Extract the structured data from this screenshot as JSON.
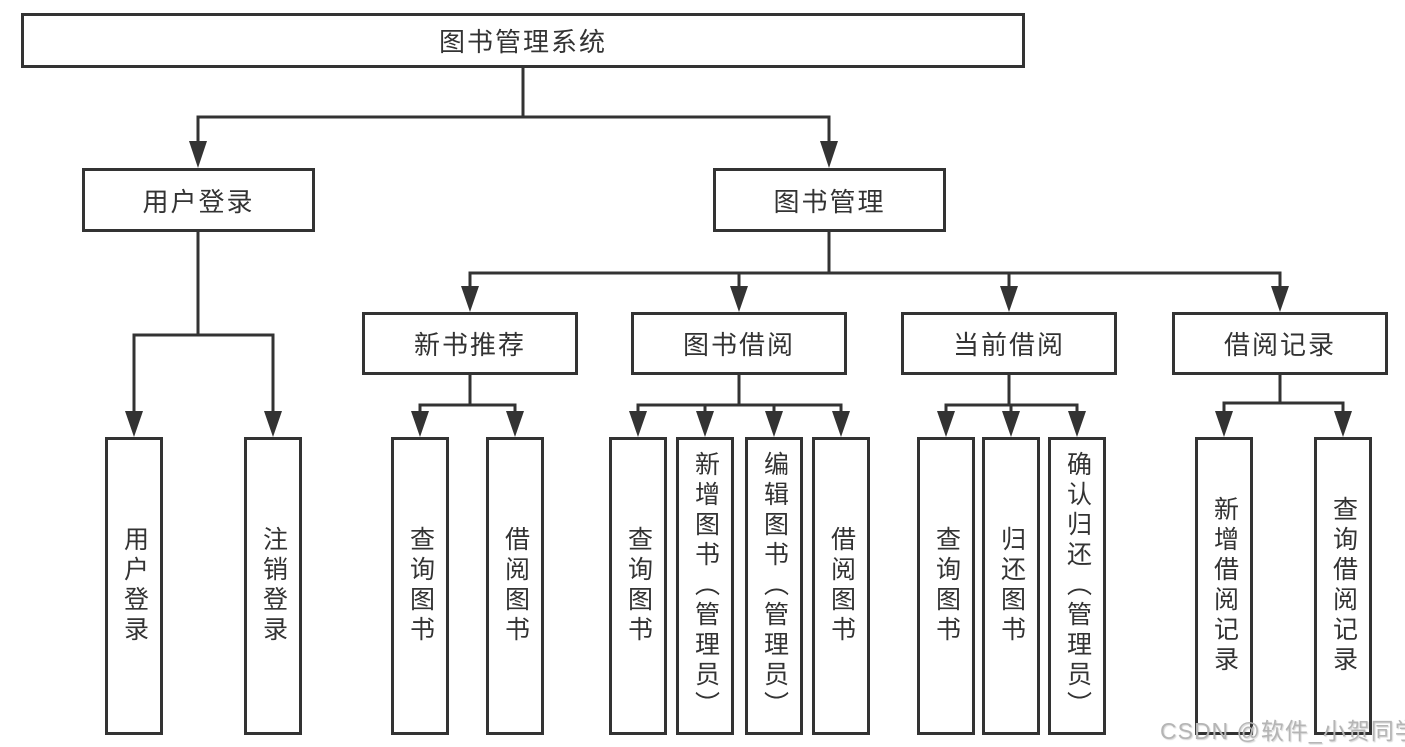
{
  "nodes": {
    "root": "图书管理系统",
    "user_login": "用户登录",
    "book_mgmt": "图书管理",
    "new_books": "新书推荐",
    "book_borrow": "图书借阅",
    "current_borrow": "当前借阅",
    "borrow_records": "借阅记录"
  },
  "leaves": {
    "user": [
      "用户登录",
      "注销登录"
    ],
    "new_books": [
      "查询图书",
      "借阅图书"
    ],
    "book_borrow": [
      "查询图书",
      "新增图书（管理员）",
      "编辑图书（管理员）",
      "借阅图书"
    ],
    "current_borrow": [
      "查询图书",
      "归还图书",
      "确认归还（管理员）"
    ],
    "borrow_records": [
      "新增借阅记录",
      "查询借阅记录"
    ]
  },
  "watermark": {
    "text": "CSDN @软件_小贺同学"
  },
  "colors": {
    "line": "#333333",
    "text": "#333333",
    "box_bg": "#ffffff",
    "watermark": "#b5b5b5"
  }
}
